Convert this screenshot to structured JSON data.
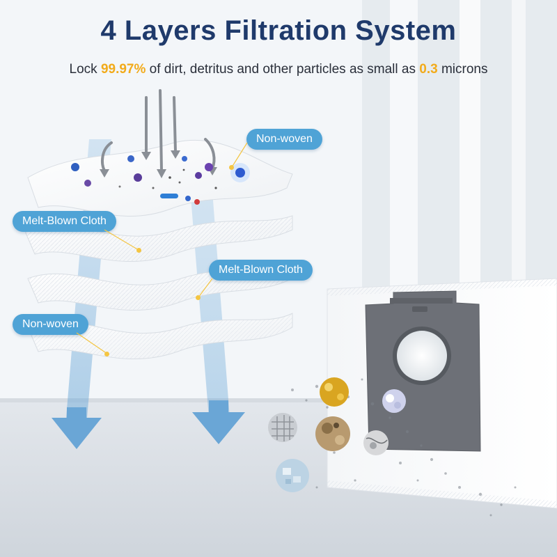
{
  "headline": "4 Layers Filtration System",
  "subtitle": {
    "prefix": "Lock ",
    "efficiency": "99.97%",
    "middle": " of dirt, detritus and other particles as small as ",
    "size": "0.3",
    "suffix": " microns"
  },
  "layers": [
    {
      "label": "Non-woven"
    },
    {
      "label": "Melt-Blown Cloth"
    },
    {
      "label": "Melt-Blown Cloth"
    },
    {
      "label": "Non-woven"
    }
  ],
  "colors": {
    "headline": "#1f3a6b",
    "highlight": "#f2ab1b",
    "tag": "#4fa3d6",
    "pointer": "#f4c542",
    "bag_plate": "#6d7077"
  },
  "icons": [
    "airflow-arrow-icon",
    "particle-icon",
    "dust-bag",
    "debris-sample-icon"
  ]
}
